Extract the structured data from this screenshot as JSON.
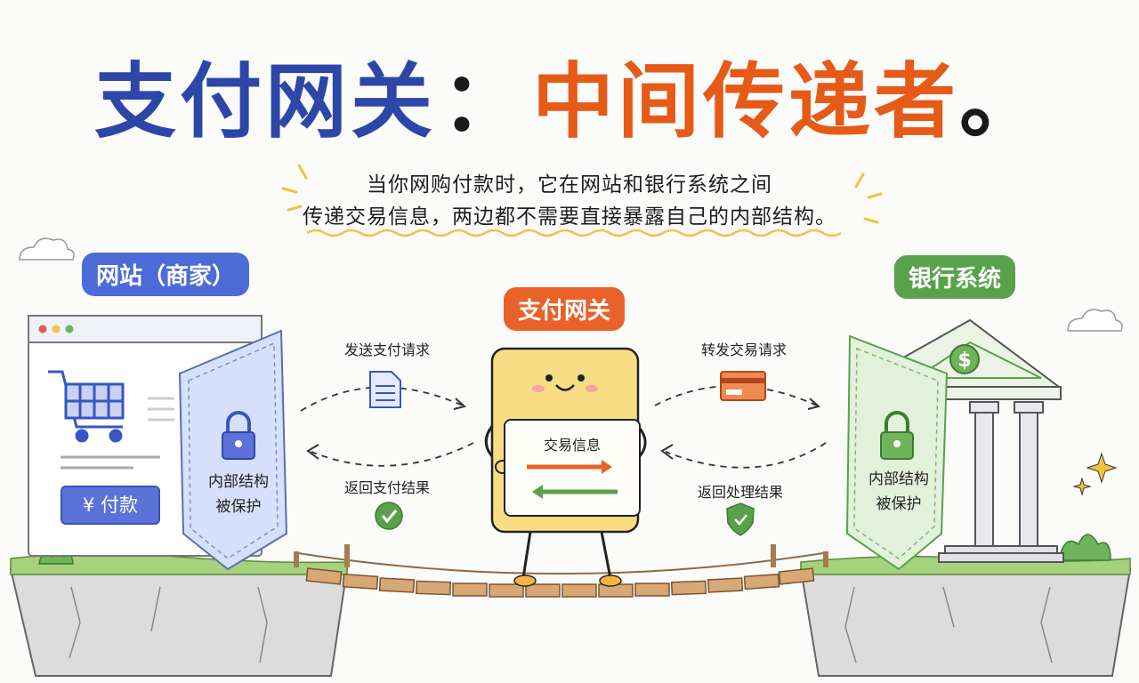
{
  "title": {
    "part1": "支付网关",
    "colon": "：",
    "part2": "中间传递者",
    "period": "。"
  },
  "subtitle": {
    "line1": "当你网购付款时，它在网站和银行系统之间",
    "line2": "传递交易信息，两边都不需要直接暴露自己的内部结构。"
  },
  "website": {
    "label": "网站（商家）",
    "pay_button": "¥ 付款",
    "shield_text_1": "内部结构",
    "shield_text_2": "被保护"
  },
  "gateway": {
    "label": "支付网关",
    "info_title": "交易信息"
  },
  "bank": {
    "label": "银行系统",
    "shield_text_1": "内部结构",
    "shield_text_2": "被保护"
  },
  "flows": {
    "send_request": "发送支付请求",
    "forward_request": "转发交易请求",
    "return_payment_result": "返回支付结果",
    "return_process_result": "返回处理结果"
  },
  "colors": {
    "title_blue": "#2c47a8",
    "title_orange": "#e65a17",
    "website_blue": "#4d6bd6",
    "gateway_orange": "#e8622a",
    "bank_green": "#5aa14e",
    "gateway_yellow": "#f9dd85"
  }
}
